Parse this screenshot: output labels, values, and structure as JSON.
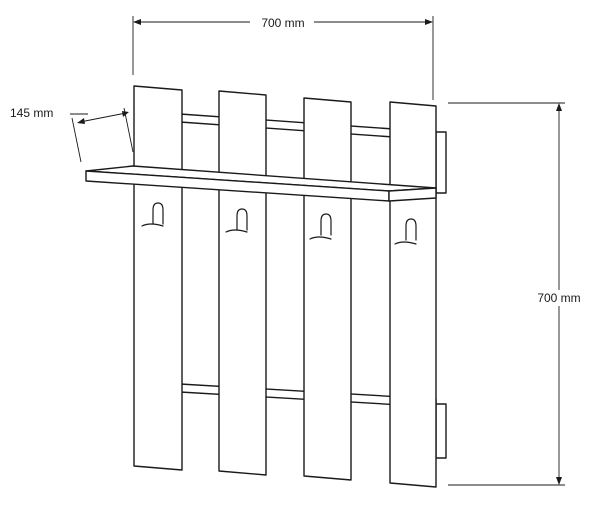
{
  "dimensions": {
    "width_label": "700 mm",
    "height_label": "700 mm",
    "depth_label": "145 mm"
  },
  "colors": {
    "line": "#1a1a1a",
    "background": "#ffffff"
  }
}
